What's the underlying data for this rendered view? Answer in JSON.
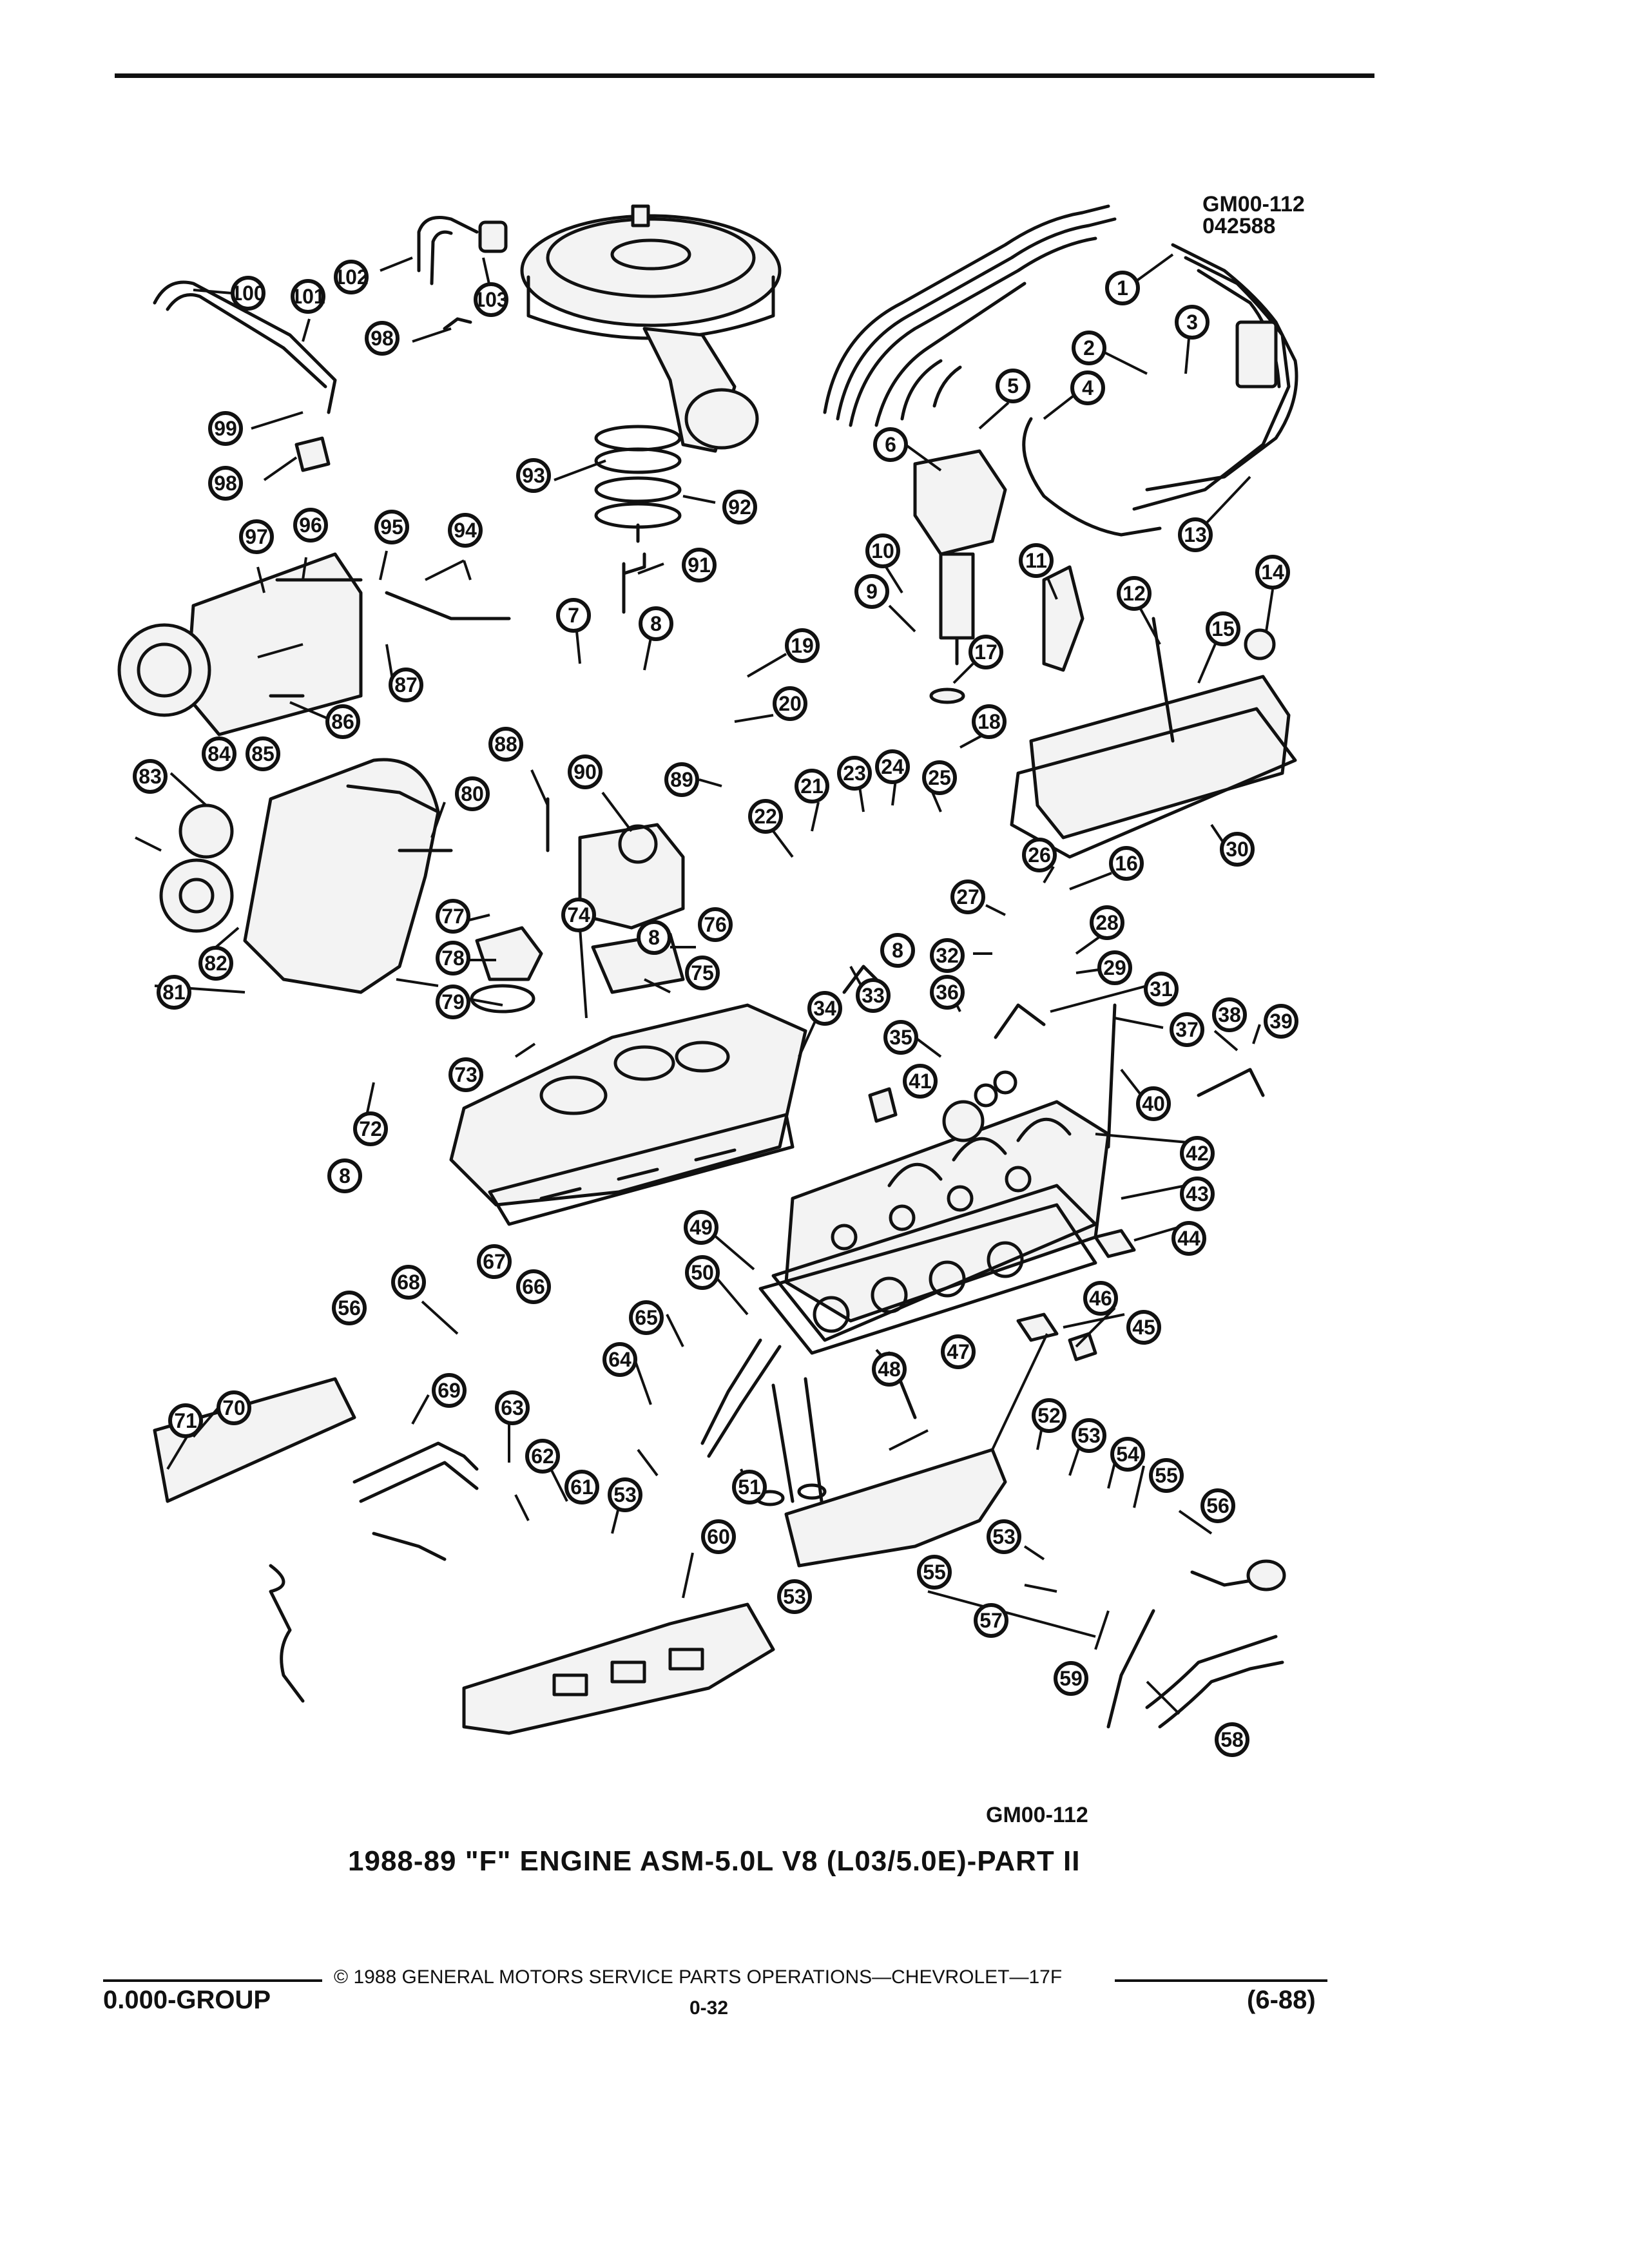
{
  "header": {
    "figure_code": "GM00-112",
    "figure_date": "042588"
  },
  "figure": {
    "reference_code": "GM00-112",
    "title": "1988-89 \"F\" ENGINE ASM-5.0L V8 (L03/5.0E)-PART II"
  },
  "callouts": [
    "1",
    "2",
    "3",
    "4",
    "5",
    "6",
    "7",
    "8",
    "9",
    "10",
    "11",
    "12",
    "13",
    "14",
    "15",
    "16",
    "17",
    "18",
    "19",
    "20",
    "21",
    "22",
    "23",
    "24",
    "25",
    "26",
    "27",
    "28",
    "29",
    "30",
    "31",
    "32",
    "33",
    "34",
    "35",
    "36",
    "37",
    "38",
    "39",
    "40",
    "41",
    "42",
    "43",
    "44",
    "45",
    "46",
    "47",
    "48",
    "49",
    "50",
    "51",
    "52",
    "53",
    "54",
    "55",
    "56",
    "57",
    "58",
    "59",
    "60",
    "61",
    "62",
    "63",
    "64",
    "65",
    "66",
    "67",
    "68",
    "69",
    "70",
    "71",
    "72",
    "73",
    "74",
    "75",
    "76",
    "77",
    "78",
    "79",
    "80",
    "81",
    "82",
    "83",
    "84",
    "85",
    "86",
    "87",
    "88",
    "89",
    "90",
    "91",
    "92",
    "93",
    "94",
    "95",
    "96",
    "97",
    "98",
    "99",
    "100",
    "101",
    "102",
    "103"
  ],
  "footer": {
    "copyright": "© 1988 GENERAL MOTORS SERVICE PARTS OPERATIONS—CHEVROLET—17F",
    "group": "0.000-GROUP",
    "page": "0-32",
    "revision": "(6-88)"
  }
}
